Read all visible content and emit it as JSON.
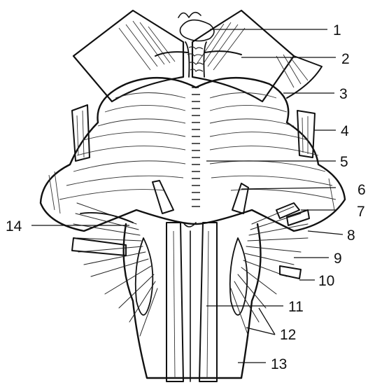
{
  "figure": {
    "callouts": [
      {
        "id": "1",
        "label": "1"
      },
      {
        "id": "2",
        "label": "2"
      },
      {
        "id": "3",
        "label": "3"
      },
      {
        "id": "4",
        "label": "4"
      },
      {
        "id": "5",
        "label": "5"
      },
      {
        "id": "6",
        "label": "6"
      },
      {
        "id": "7",
        "label": "7"
      },
      {
        "id": "8",
        "label": "8"
      },
      {
        "id": "9",
        "label": "9"
      },
      {
        "id": "10",
        "label": "10"
      },
      {
        "id": "11",
        "label": "11"
      },
      {
        "id": "12",
        "label": "12"
      },
      {
        "id": "13",
        "label": "13"
      },
      {
        "id": "14",
        "label": "14"
      }
    ]
  }
}
